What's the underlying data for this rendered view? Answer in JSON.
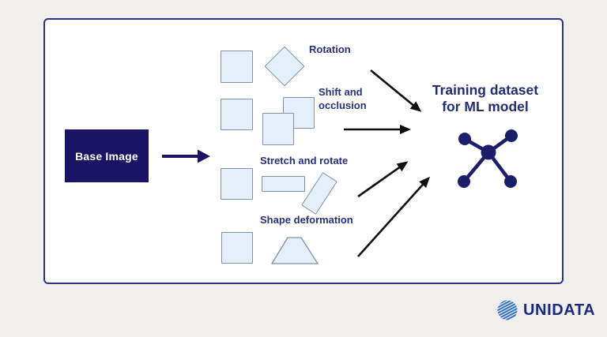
{
  "diagram": {
    "base_image": {
      "label": "Base Image"
    },
    "augmentation_labels": {
      "rotation": "Rotation",
      "shift_occlusion_line1": "Shift and",
      "shift_occlusion_line2": "occlusion",
      "stretch_rotate": "Stretch and rotate",
      "shape_deformation": "Shape deformation"
    },
    "output": {
      "title_line1": "Training dataset",
      "title_line2": "for ML model"
    }
  },
  "brand": {
    "name": "UNIDATA"
  },
  "colors": {
    "background": "#f0efed",
    "panel_background": "#ffffff",
    "panel_border": "#2e3187",
    "base_box_navy": "#1b1464",
    "label_navy": "#28307c",
    "title_navy": "#232d72",
    "shape_fill": "#e3effb",
    "shape_stroke": "#8090ad",
    "arrow_black": "#0f0f0f",
    "network_icon_navy": "#1b1f6b",
    "logo_blue": "#2f6fc8",
    "logo_text_navy": "#1b2a80"
  }
}
